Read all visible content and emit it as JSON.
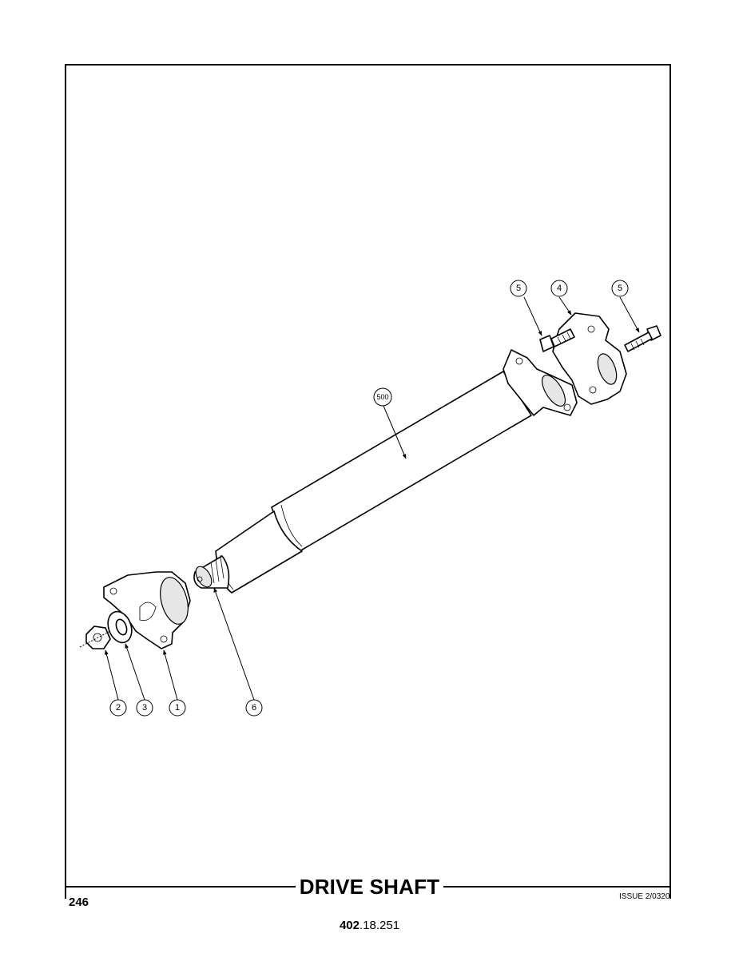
{
  "title": "DRIVE SHAFT",
  "page_number": "246",
  "issue": "ISSUE 2/0320",
  "doc_ref": {
    "bold": "402",
    "rest": ".18.251"
  },
  "callouts": {
    "c1": "1",
    "c2": "2",
    "c3": "3",
    "c4": "4",
    "c5a": "5",
    "c5b": "5",
    "c6": "6",
    "c500": "500"
  }
}
